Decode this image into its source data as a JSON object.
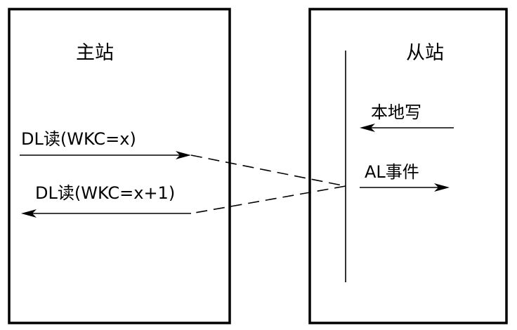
{
  "master": {
    "title": "主站",
    "read_request_label": "DL读(WKC=x)",
    "read_response_label": "DL读(WKC=x+1)"
  },
  "slave": {
    "title": "从站",
    "local_write_label": "本地写",
    "al_event_label": "AL事件"
  }
}
